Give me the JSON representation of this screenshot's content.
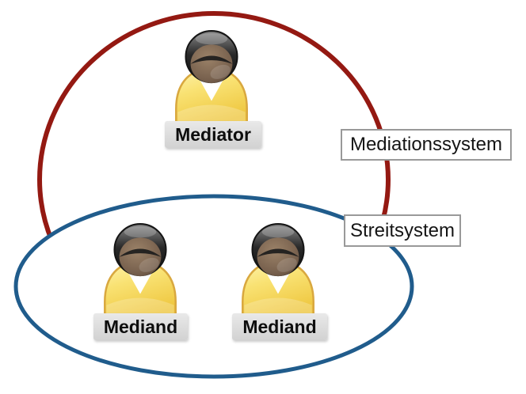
{
  "diagram": {
    "background_color": "#ffffff",
    "systems": [
      {
        "name": "mediationssystem",
        "label": "Mediationssystem",
        "stroke_color": "#941912"
      },
      {
        "name": "streitsystem",
        "label": "Streitsystem",
        "stroke_color": "#205C8C"
      }
    ],
    "actors": [
      {
        "name": "mediator",
        "label": "Mediator"
      },
      {
        "name": "mediand-1",
        "label": "Mediand"
      },
      {
        "name": "mediand-2",
        "label": "Mediand"
      }
    ],
    "label_box_border_color": "#999999",
    "badge_background_color": "#dcdcdc"
  }
}
